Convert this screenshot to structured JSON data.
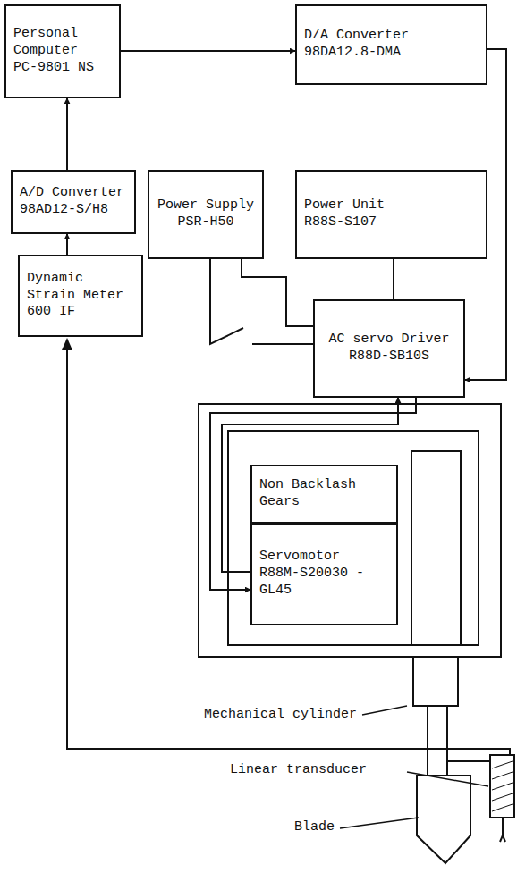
{
  "diagram": {
    "nodes": [
      {
        "text": [
          "Personal Computer",
          "PC-9801 NS"
        ]
      },
      {
        "text": [
          "D/A Converter",
          "98DA12.8-DMA"
        ]
      },
      {
        "text": [
          "A/D Converter",
          "98AD12-S/H8"
        ]
      },
      {
        "text": [
          "Power Supply",
          "PSR-H50"
        ]
      },
      {
        "text": [
          "Power Unit",
          "R88S-S107"
        ]
      },
      {
        "text": [
          "Dynamic Strain Meter",
          "600 IF"
        ]
      },
      {
        "text": [
          "AC servo Driver",
          "R88D-SB10S"
        ]
      },
      {
        "text": [
          "Non Backlash Gears"
        ]
      },
      {
        "text": [
          "Servomotor",
          "R88M-S20030 -GL45"
        ]
      }
    ],
    "edges": [
      {
        "from": 0,
        "to": 1,
        "arrow": "to"
      },
      {
        "from": 1,
        "to": 6,
        "arrow": "to"
      },
      {
        "from": 2,
        "to": 0,
        "arrow": "to"
      },
      {
        "from": 5,
        "to": 2,
        "arrow": "to"
      },
      {
        "from": 3,
        "to": 6,
        "arrow": "none"
      },
      {
        "from": 4,
        "to": 6,
        "arrow": "none"
      },
      {
        "from": 6,
        "to": 8,
        "arrow": "to"
      },
      {
        "from": 8,
        "to": 6,
        "arrow": "to"
      }
    ],
    "labels": [
      "Mechanical cylinder",
      "Linear transducer",
      "Blade"
    ]
  }
}
